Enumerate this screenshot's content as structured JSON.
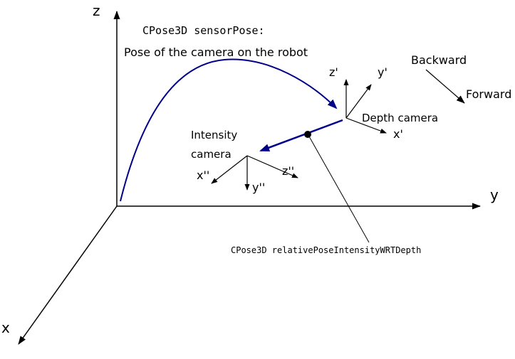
{
  "colors": {
    "black": "#000000",
    "blue": "#00008B"
  },
  "annotations": {
    "sensor_pose_code": "CPose3D sensorPose:",
    "sensor_pose_desc": "Pose of the camera on the robot",
    "relative_pose_code": "CPose3D relativePoseIntensityWRTDepth",
    "backward": "Backward",
    "forward": "Forward"
  },
  "world_axes": {
    "x": "x",
    "y": "y",
    "z": "z"
  },
  "depth_camera": {
    "label": "Depth camera",
    "x": "x'",
    "y": "y'",
    "z": "z'"
  },
  "intensity_camera": {
    "label_line1": "Intensity",
    "label_line2": "camera",
    "x": "x''",
    "y": "y''",
    "z": "z''"
  }
}
